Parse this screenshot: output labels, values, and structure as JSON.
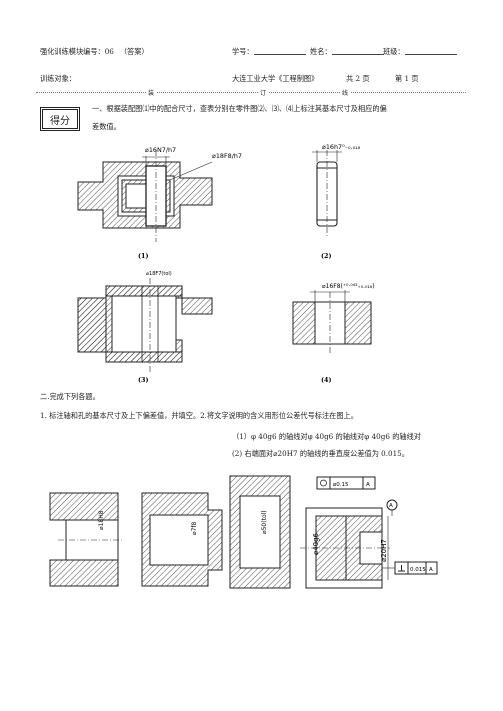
{
  "header": {
    "module": "强化训练模块编号：06",
    "answer_tag": "（答案）",
    "student_no": "学号：",
    "name": "姓名：",
    "class": "班级：",
    "target": "训练对象：",
    "course": "大连工业大学《工程制图》",
    "total_pages": "共 2 页",
    "page": "第 1 页"
  },
  "binding_line": {
    "zhuang": "装",
    "ding": "订",
    "xian": "线"
  },
  "score_box": "得分",
  "question1": {
    "line1": "一、根据装配图⑴中的配合尺寸，查表分别在零件图⑵、⑶、⑷上标注其基本尺寸及相应的偏",
    "line2": "差数值。"
  },
  "figure_labels": {
    "fig1": "(1)",
    "fig2": "(2)",
    "fig3": "(3)",
    "fig4": "(4)",
    "dim_a": "⌀16N7/h7",
    "dim_b": "⌀18F8/h7",
    "dim_c": "⌀16h7⁰₋₀.₀₁₈",
    "dim_d": "⌀18F7(tol)",
    "dim_e": "⌀16F8(⁺⁰·⁰⁴³₊₀.₀₁₆)"
  },
  "section2": {
    "title": "二.完成下列各题。",
    "q1": "1. 标注轴和孔的基本尺寸及上下偏差值，并填空。2.将文字说明的含义用形位公差代号标注在图上。",
    "q2a": "（1）φ 40g6 的轴线对φ 40g6 的轴线对φ 40g6 的轴线对",
    "q2b": "(2) 右端面对⌀20H7 的轴线的垂直度公差值为 0.015。"
  },
  "bottom_figs": {
    "d1": "⌀18H8",
    "d2": "⌀7f8",
    "d3": "⌀50(tol)",
    "d4": "⌀40g6",
    "d5": "⌀20H7",
    "tol1_val": "⌀0.15",
    "tol1_ref": "A",
    "tol2_val": "0.015",
    "tol2_ref": "A",
    "datum": "A"
  }
}
